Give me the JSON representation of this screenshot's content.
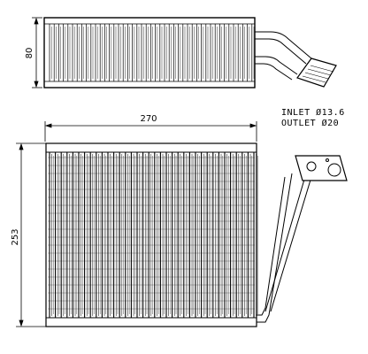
{
  "top_view": {
    "height_dim": "80"
  },
  "front_view": {
    "width_dim": "270",
    "height_dim": "253"
  },
  "notes": {
    "inlet": "INLET Ø13.6",
    "outlet": "OUTLET Ø20"
  }
}
